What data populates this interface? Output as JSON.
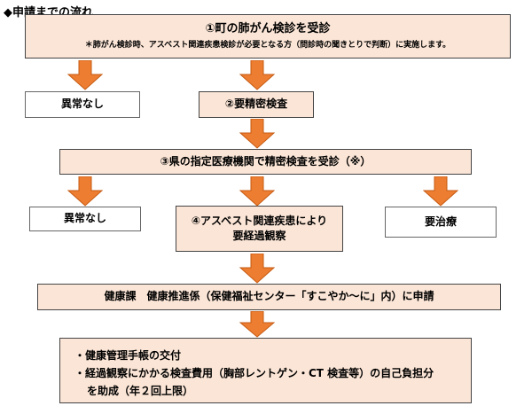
{
  "title": "◆申請までの流れ",
  "step1": {
    "label": "①町の肺がん検診を受診",
    "note": "＊肺がん検診時、アスベスト関連疾患検診が必要となる方（問診時の聞きとりで判断）に実施します。"
  },
  "no_abnormality_1": "異常なし",
  "step2": "②要精密検査",
  "step3": "③県の指定医療機関で精密検査を受診（※）",
  "no_abnormality_2": "異常なし",
  "step4": {
    "line1": "④アスベスト関連疾患により",
    "line2": "要経過観察"
  },
  "needs_treatment": "要治療",
  "apply": "健康課　健康推進係（保健福祉センター「すこやか～に」内）に申請",
  "benefits": {
    "item1": "・健康管理手帳の交付",
    "item2": "・経過観察にかかる検査費用（胸部レントゲン・CT 検査等）の自己負担分",
    "item2_cont": "を助成（年２回上限）"
  },
  "colors": {
    "box_fill": "#fbe5d6",
    "arrow": "#ed7d31"
  }
}
